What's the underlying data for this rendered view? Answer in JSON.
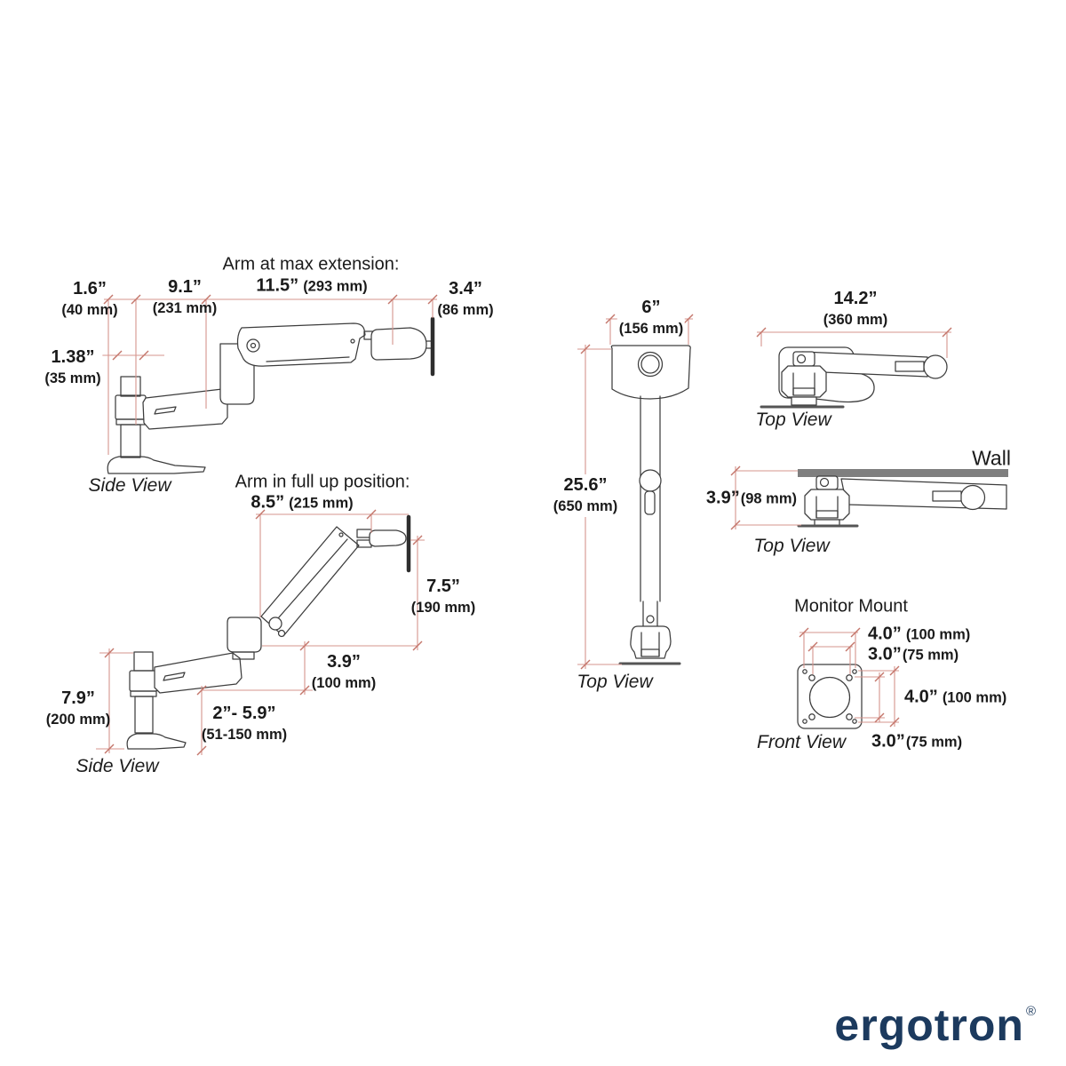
{
  "colors": {
    "background": "#ffffff",
    "art_line": "#3d3d3d",
    "dimension_line": "#d6958e",
    "dimension_tick": "#c4766b",
    "wall_fill": "#7f7f7f",
    "base_fill": "#555555",
    "text": "#1a1a1a",
    "logo": "#1c3a5e"
  },
  "sections": {
    "max_extension": {
      "title": "Arm at max extension:",
      "dim_arm_in": "11.5”",
      "dim_arm_mm": "(293 mm)",
      "dim_offset_in": "1.6”",
      "dim_offset_mm": "(40 mm)",
      "dim_lower_in": "9.1”",
      "dim_lower_mm": "(231 mm)",
      "dim_plate_in": "3.4”",
      "dim_plate_mm": "(86 mm)",
      "dim_pole_in": "1.38”",
      "dim_pole_mm": "(35 mm)",
      "view_label": "Side View"
    },
    "full_up": {
      "title": "Arm in full up position:",
      "dim_reach_in": "8.5”",
      "dim_reach_mm": "(215 mm)",
      "dim_lift_in": "7.5”",
      "dim_lift_mm": "(190 mm)",
      "dim_forearm_in": "3.9”",
      "dim_forearm_mm": "(100 mm)",
      "dim_pole_in": "7.9”",
      "dim_pole_mm": "(200 mm)",
      "dim_clamp_in": "2”- 5.9”",
      "dim_clamp_mm": "(51-150 mm)",
      "view_label": "Side View"
    },
    "top_extended": {
      "dim_width_in": "6”",
      "dim_width_mm": "(156 mm)",
      "dim_length_in": "25.6”",
      "dim_length_mm": "(650 mm)",
      "view_label": "Top View"
    },
    "top_folded": {
      "dim_width_in": "14.2”",
      "dim_width_mm": "(360 mm)",
      "view_label": "Top View"
    },
    "top_wall": {
      "wall_label": "Wall",
      "dim_depth_in": "3.9”",
      "dim_depth_mm": "(98 mm)",
      "view_label": "Top View"
    },
    "monitor_mount": {
      "title": "Monitor Mount",
      "dim_h_outer_in": "4.0”",
      "dim_h_outer_mm": "(100 mm)",
      "dim_h_inner_in": "3.0”",
      "dim_h_inner_mm": "(75 mm)",
      "dim_v_outer_in": "4.0”",
      "dim_v_outer_mm": "(100 mm)",
      "dim_v_inner_in": "3.0”",
      "dim_v_inner_mm": "(75 mm)",
      "view_label": "Front View"
    }
  },
  "branding": {
    "logo_text": "ergotron",
    "registered_mark": "®"
  }
}
